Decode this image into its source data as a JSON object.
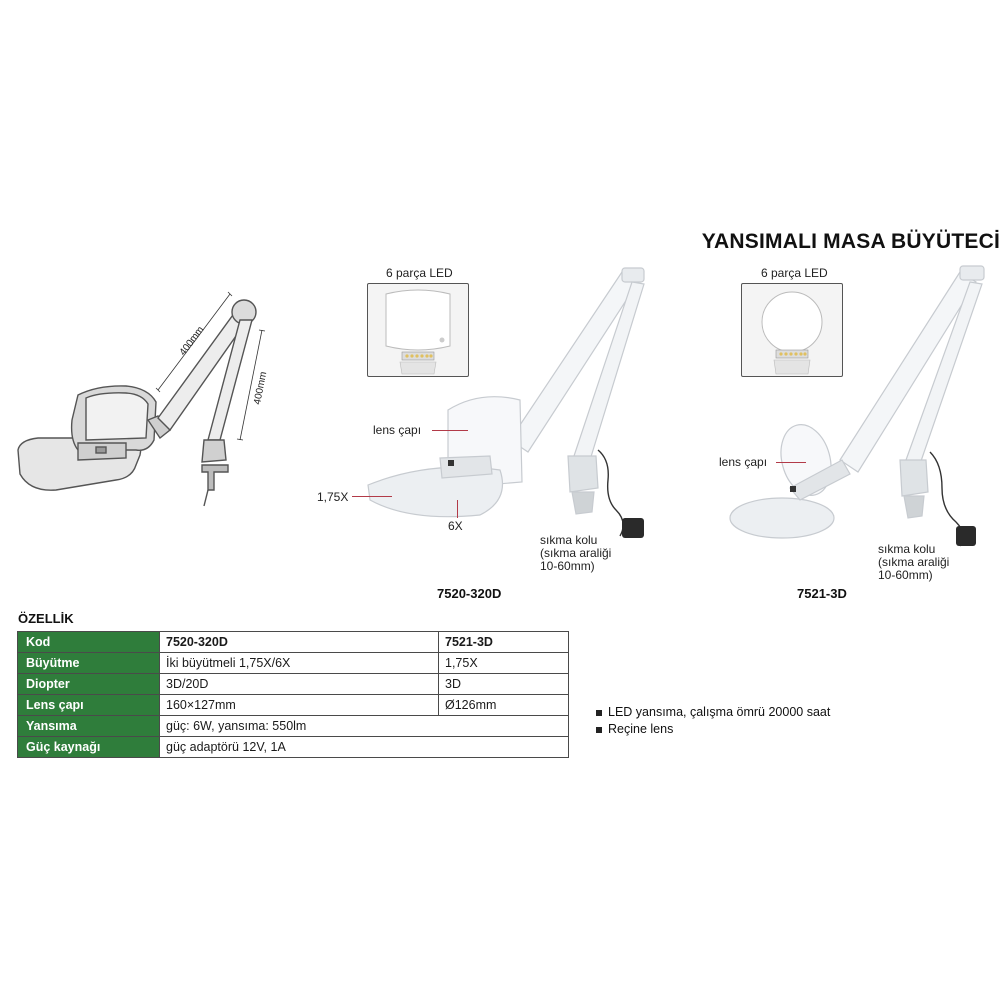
{
  "title": "YANSIMALI MASA BÜYÜTECİ",
  "drawing": {
    "arm_upper": "400mm",
    "arm_lower": "400mm"
  },
  "products": [
    {
      "inset_label": "6 parça LED",
      "callouts": {
        "lens": "lens çapı",
        "mag_large": "1,75X",
        "mag_small": "6X"
      },
      "clamp_note": [
        "sıkma kolu",
        "(sıkma araliği",
        "10-60mm)"
      ],
      "code": "7520-320D"
    },
    {
      "inset_label": "6 parça LED",
      "callouts": {
        "lens": "lens çapı"
      },
      "clamp_note": [
        "sıkma kolu",
        "(sıkma araliği",
        "10-60mm)"
      ],
      "code": "7521-3D"
    }
  ],
  "specs": {
    "heading": "ÖZELLİK",
    "rows": [
      {
        "label": "Kod",
        "v1": "7520-320D",
        "v2": "7521-3D"
      },
      {
        "label": "Büyütme",
        "v1": "İki büyütmeli 1,75X/6X",
        "v2": "1,75X"
      },
      {
        "label": "Diopter",
        "v1": "3D/20D",
        "v2": "3D"
      },
      {
        "label": "Lens çapı",
        "v1": "160×127mm",
        "v2": "Ø126mm"
      },
      {
        "label": "Yansıma",
        "v1": "güç: 6W, yansıma: 550lm",
        "v2": ""
      },
      {
        "label": "Güç kaynağı",
        "v1": "güç adaptörü 12V, 1A",
        "v2": ""
      }
    ]
  },
  "bullets": [
    "LED yansıma, çalışma ömrü 20000 saat",
    "Reçine lens"
  ],
  "colors": {
    "label_bg": "#2f7d3b",
    "callout": "#b23a48"
  }
}
